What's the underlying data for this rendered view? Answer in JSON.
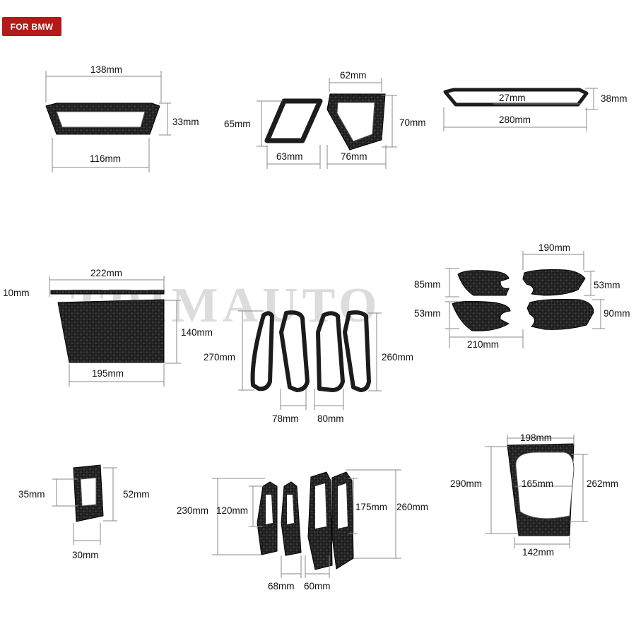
{
  "badge": "FOR BMW",
  "watermark": "TRIMAUTO",
  "dims": {
    "d138": "138mm",
    "d33": "33mm",
    "d116": "116mm",
    "d62": "62mm",
    "d65": "65mm",
    "d70": "70mm",
    "d63": "63mm",
    "d76": "76mm",
    "d27": "27mm",
    "d38": "38mm",
    "d280": "280mm",
    "d222": "222mm",
    "d10": "10mm",
    "d140": "140mm",
    "d195": "195mm",
    "d270": "270mm",
    "d260a": "260mm",
    "d78": "78mm",
    "d80": "80mm",
    "d190": "190mm",
    "d85": "85mm",
    "d53a": "53mm",
    "d53b": "53mm",
    "d90": "90mm",
    "d210": "210mm",
    "d35": "35mm",
    "d52": "52mm",
    "d30": "30mm",
    "d230": "230mm",
    "d120": "120mm",
    "d175": "175mm",
    "d260b": "260mm",
    "d68": "68mm",
    "d60": "60mm",
    "d198": "198mm",
    "d290": "290mm",
    "d165": "165mm",
    "d262": "262mm",
    "d142": "142mm"
  }
}
